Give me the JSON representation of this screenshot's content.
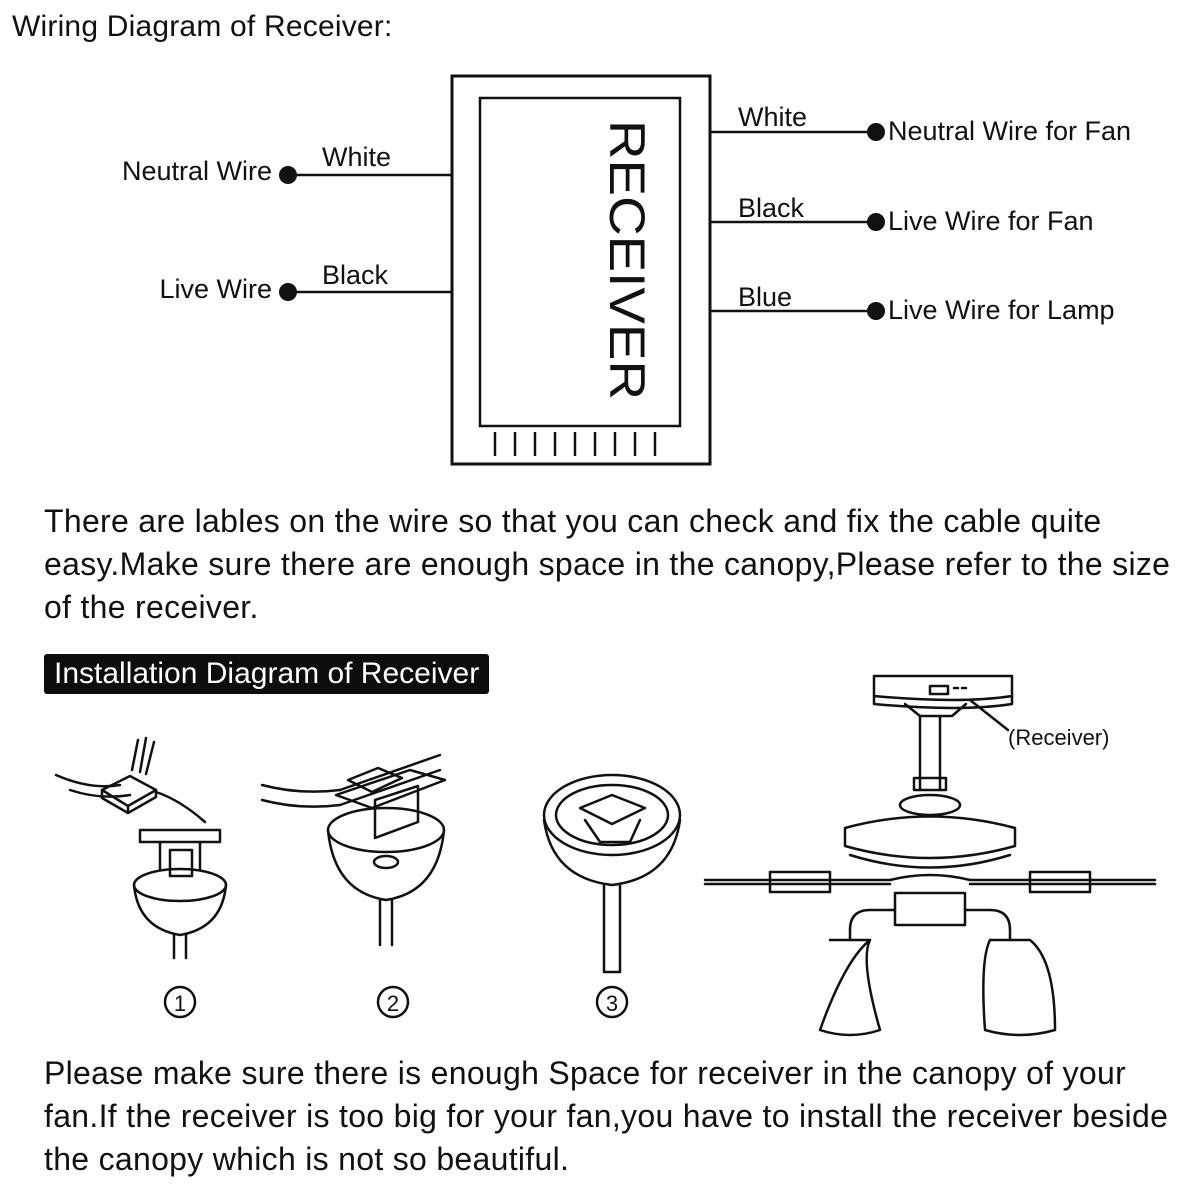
{
  "wiring": {
    "title": "Wiring Diagram of Receiver:",
    "receiver_label": "RECEIVER",
    "inputs": [
      {
        "terminal": "Neutral Wire",
        "color_label": "White"
      },
      {
        "terminal": "Live Wire",
        "color_label": "Black"
      }
    ],
    "outputs": [
      {
        "terminal": "Neutral Wire for Fan",
        "color_label": "White"
      },
      {
        "terminal": "Live Wire for Fan",
        "color_label": "Black"
      },
      {
        "terminal": "Live Wire for Lamp",
        "color_label": "Blue"
      }
    ]
  },
  "note_1": "There are lables on the wire so that you can check and fix the cable quite easy.Make sure there are enough space in the canopy,Please refer to the size of the receiver.",
  "installation": {
    "title": "Installation Diagram of Receiver",
    "steps": [
      "1",
      "2",
      "3"
    ],
    "receiver_callout": "(Receiver)"
  },
  "note_2": "Please make sure there is enough Space for receiver in the canopy of your fan.If the receiver is too big for your fan,you have to install the receiver beside the canopy which is not so beautiful."
}
